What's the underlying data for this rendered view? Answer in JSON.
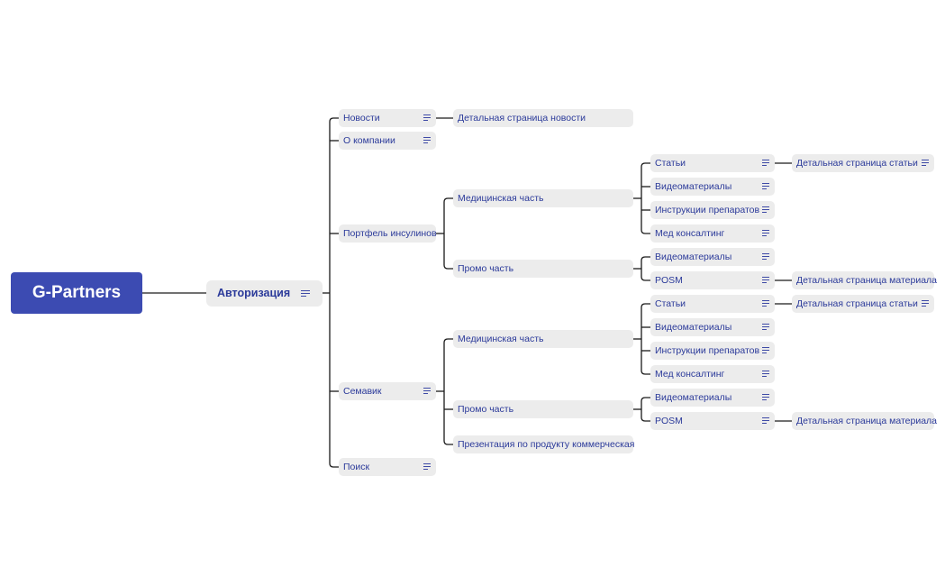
{
  "root": "G-Partners",
  "auth": "Авторизация",
  "sections": {
    "news": "Новости",
    "news_detail": "Детальная страница новости",
    "about": "О компании",
    "insulin": "Портфель инсулинов",
    "semavik": "Семавик",
    "search": "Поиск"
  },
  "insulin": {
    "medical": "Медицинская часть",
    "articles": "Статьи",
    "articles_detail": "Детальная страница статьи",
    "videos": "Видеоматериалы",
    "instructions": "Инструкции препаратов",
    "consulting": "Мед консалтинг",
    "promo": "Промо часть",
    "promo_videos": "Видеоматериалы",
    "posm": "POSM",
    "posm_detail": "Детальная страница материала"
  },
  "semavik": {
    "medical": "Медицинская часть",
    "articles": "Статьи",
    "articles_detail": "Детальная страница статьи",
    "videos": "Видеоматериалы",
    "instructions": "Инструкции препаратов",
    "consulting": "Мед консалтинг",
    "promo": "Промо часть",
    "promo_videos": "Видеоматериалы",
    "posm": "POSM",
    "posm_detail": "Детальная страница материала",
    "presentation": "Презентация по продукту коммерческая"
  },
  "colors": {
    "root": "#3c4bb2",
    "node_bg": "#ececec",
    "node_text": "#2b3a9a",
    "line": "#1a1a1a"
  }
}
